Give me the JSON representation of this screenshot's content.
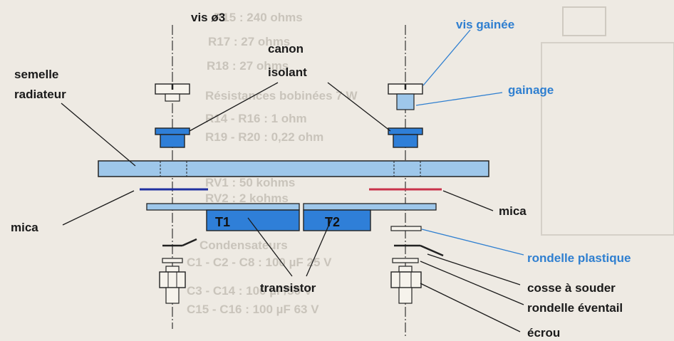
{
  "labels": {
    "vis": "vis ø3",
    "canon": "canon",
    "isolant": "isolant",
    "semelle": "semelle",
    "radiateur": "radiateur",
    "mica_left": "mica",
    "mica_right": "mica",
    "t1": "T1",
    "t2": "T2",
    "transistor": "transistor",
    "vis_gainee": "vis gainée",
    "gainage": "gainage",
    "rondelle_plastique": "rondelle plastique",
    "cosse": "cosse à souder",
    "rondelle_eventail": "rondelle éventail",
    "ecrou": "écrou"
  },
  "background_text": [
    "R15 : 240 ohms",
    "R17 : 27 ohms",
    "R18 : 27 ohms",
    "Résistances bobinées 7 W",
    "R14 - R16 : 1 ohm",
    "R19 - R20 : 0,22 ohm",
    "RV1 : 50 kohms",
    "RV2 : 2 kohms",
    "Condensateurs",
    "C1 - C2 - C8 : 100 µF 25 V",
    "C3 - C14 : 100 µF/50 V",
    "C15 - C16 : 100 µF 63 V"
  ],
  "colors": {
    "blue_part": "#2f7fd8",
    "light_blue": "#9ec7ea",
    "mica_blue": "#2030a0",
    "mica_red": "#c8324a",
    "label_blue": "#2f7fd0",
    "ink": "#1a1a1a"
  }
}
